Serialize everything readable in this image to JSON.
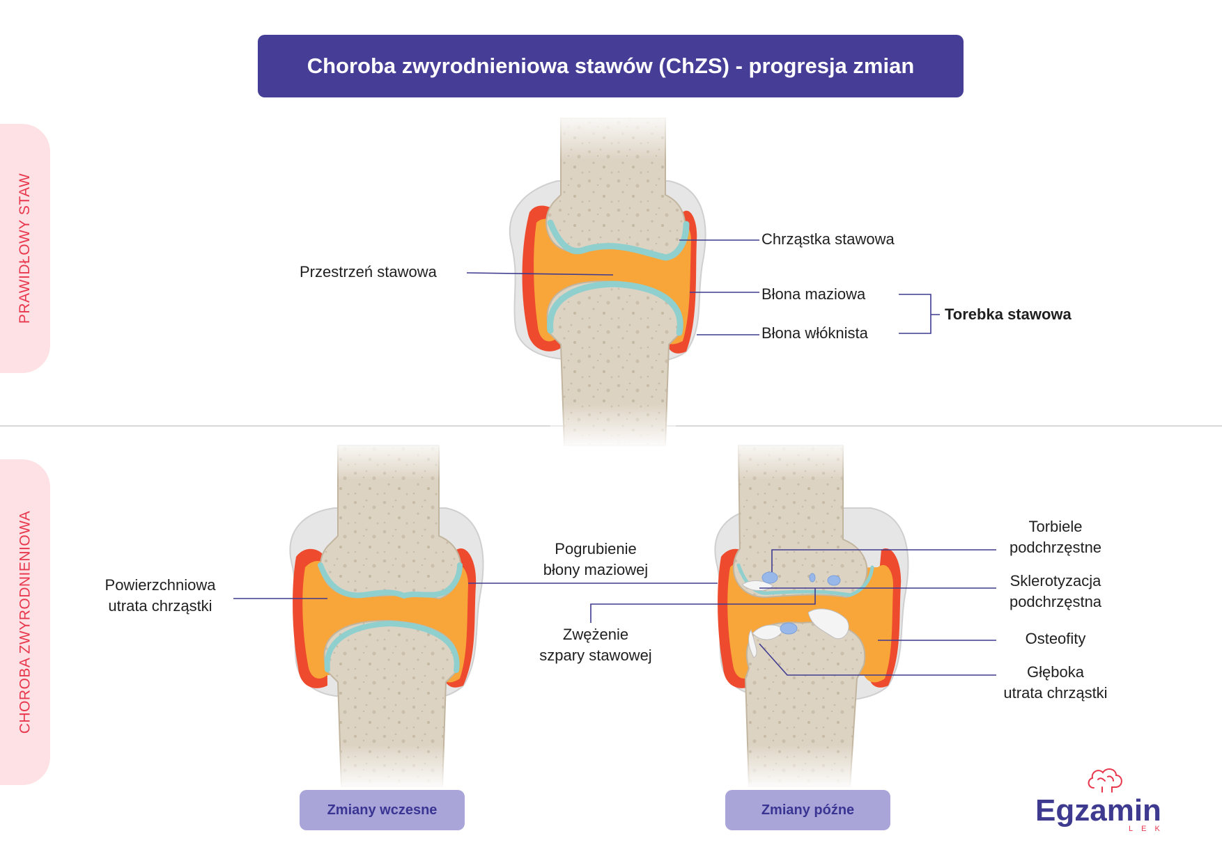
{
  "title": "Choroba zwyrodnieniowa stawów (ChZS) - progresja zmian",
  "sections": {
    "normal": "PRAWIDŁOWY STAW",
    "disease": "CHOROBA ZWYRODNIENIOWA"
  },
  "labels": {
    "joint_space": "Przestrzeń stawowa",
    "cartilage": "Chrząstka stawowa",
    "synovial": "Błona maziowa",
    "fibrous": "Błona włóknista",
    "capsule": "Torebka stawowa",
    "superficial_loss": "Powierzchniowa\nutrata chrząstki",
    "synovial_thickening": "Pogrubienie\nbłony maziowej",
    "narrowing": "Zwężenie\nszpary stawowej",
    "cysts": "Torbiele\npodchrzęstne",
    "sclerosis": "Sklerotyzacja\npodchrzęstna",
    "osteophytes": "Osteofity",
    "deep_loss": "Głęboka\nutrata chrząstki"
  },
  "stages": {
    "early": "Zmiany wczesne",
    "late": "Zmiany późne"
  },
  "logo": {
    "word": "Egzamin",
    "sub": "LEK"
  },
  "colors": {
    "title_bg": "#453d96",
    "side_bg": "#fde1e4",
    "side_text": "#e8374d",
    "stage_bg": "#a9a5d9",
    "bone": "#ddd3c3",
    "cartilage": "#8fd0cf",
    "synovial": "#f8a53a",
    "fibrous": "#ee4a2d",
    "leader": "#3e3a8f"
  }
}
